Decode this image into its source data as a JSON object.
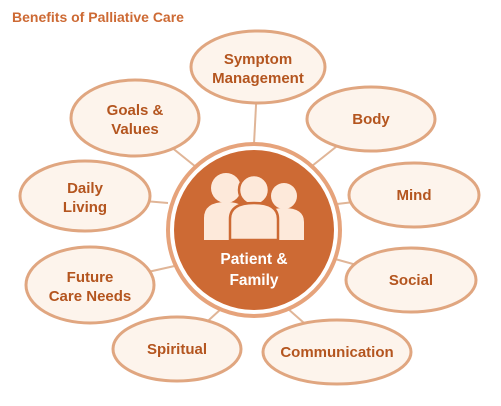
{
  "title": "Benefits of Palliative Care",
  "colors": {
    "accent": "#cd6a34",
    "center_fill": "#cd6a34",
    "center_ring": "#e6a37b",
    "ellipse_fill": "#fdf4ec",
    "ellipse_stroke": "#e0a680",
    "connector": "#e0b597",
    "label_text": "#b4551f",
    "center_text": "#ffffff"
  },
  "center": {
    "icon": "family-icon",
    "label_line1": "Patient &",
    "label_line2": "Family"
  },
  "nodes": [
    {
      "key": "symptom-management",
      "line1": "Symptom",
      "line2": "Management"
    },
    {
      "key": "goals-values",
      "line1": "Goals &",
      "line2": "Values"
    },
    {
      "key": "body",
      "line1": "Body",
      "line2": ""
    },
    {
      "key": "daily-living",
      "line1": "Daily",
      "line2": "Living"
    },
    {
      "key": "mind",
      "line1": "Mind",
      "line2": ""
    },
    {
      "key": "future-care-needs",
      "line1": "Future",
      "line2": "Care Needs"
    },
    {
      "key": "social",
      "line1": "Social",
      "line2": ""
    },
    {
      "key": "spiritual",
      "line1": "Spiritual",
      "line2": ""
    },
    {
      "key": "communication",
      "line1": "Communication",
      "line2": ""
    }
  ]
}
